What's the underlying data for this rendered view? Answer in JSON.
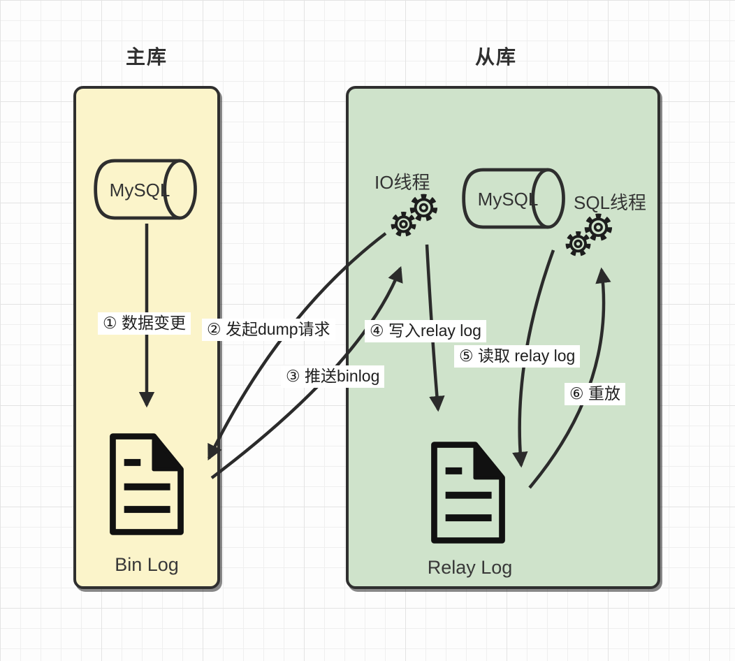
{
  "diagram": {
    "master": {
      "title": "主库",
      "database_label": "MySQL",
      "log_label": "Bin Log"
    },
    "slave": {
      "title": "从库",
      "database_label": "MySQL",
      "io_thread_label": "IO线程",
      "sql_thread_label": "SQL线程",
      "log_label": "Relay Log"
    },
    "steps": [
      {
        "label": "① 数据变更"
      },
      {
        "label": "② 发起dump请求"
      },
      {
        "label": "③ 推送binlog"
      },
      {
        "label": "④ 写入relay log"
      },
      {
        "label": "⑤ 读取 relay log"
      },
      {
        "label": "⑥ 重放"
      }
    ]
  },
  "icons": {
    "master_database": "database-cylinder-icon",
    "slave_database": "database-cylinder-icon",
    "io_thread": "gears-icon",
    "sql_thread": "gears-icon",
    "bin_log": "document-file-icon",
    "relay_log": "document-file-icon"
  },
  "colors": {
    "master_bg": "#fbf4ca",
    "slave_bg": "#cfe3cb",
    "panel_border": "#2f2f2f",
    "arrow": "#2b2b2b",
    "label_bg": "#ffffff",
    "text": "#2d2d2d"
  }
}
